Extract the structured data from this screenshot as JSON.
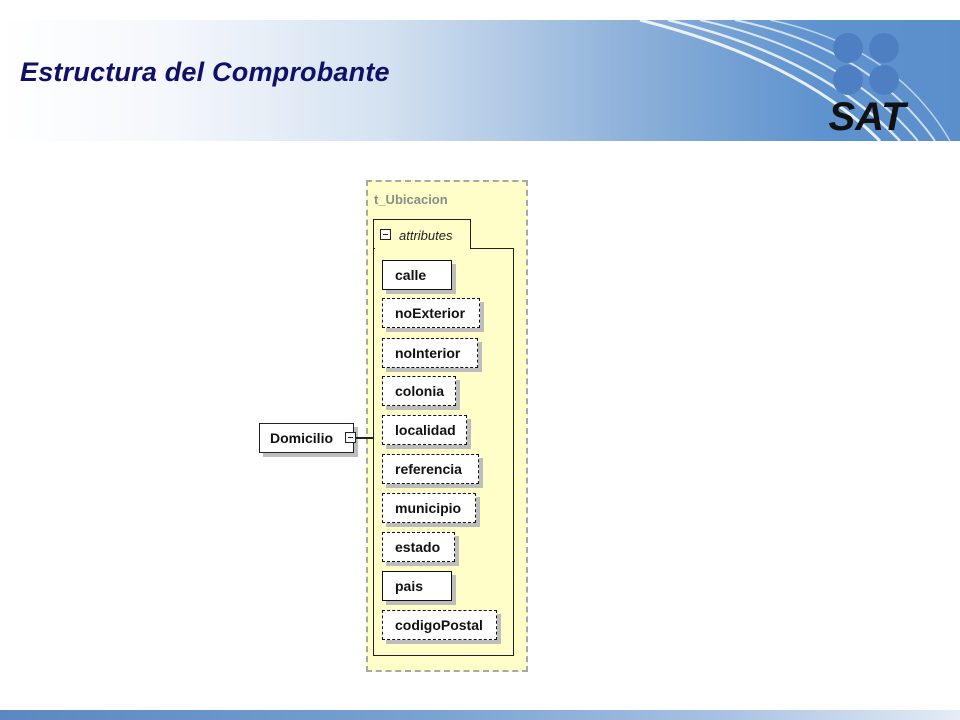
{
  "header": {
    "title": "Estructura del Comprobante",
    "logo_text": "SAT"
  },
  "colors": {
    "title": "#10106a",
    "header_blue": "#5a8fcc",
    "logo_dot": "#4f7fc3",
    "logo_text": "#111111",
    "type_fill": "#fffec8"
  },
  "diagram": {
    "element_name": "Domicilio",
    "type_name": "t_Ubicacion",
    "attributes_label": "attributes",
    "attributes": [
      {
        "name": "calle",
        "required": true
      },
      {
        "name": "noExterior",
        "required": false
      },
      {
        "name": "noInterior",
        "required": false
      },
      {
        "name": "colonia",
        "required": false
      },
      {
        "name": "localidad",
        "required": false
      },
      {
        "name": "referencia",
        "required": false
      },
      {
        "name": "municipio",
        "required": false
      },
      {
        "name": "estado",
        "required": false
      },
      {
        "name": "pais",
        "required": true
      },
      {
        "name": "codigoPostal",
        "required": false
      }
    ]
  }
}
